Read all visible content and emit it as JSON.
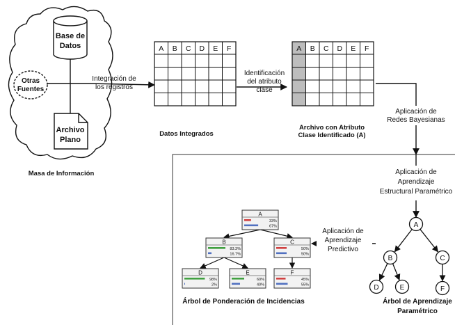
{
  "source": {
    "database_label": [
      "Base de",
      "Datos"
    ],
    "other_sources_label": [
      "Otras",
      "Fuentes"
    ],
    "flat_file_label": [
      "Archivo",
      "Plano"
    ],
    "caption": "Masa de Información"
  },
  "integration_label": [
    "Integración de",
    "los registros"
  ],
  "table_columns": [
    "A",
    "B",
    "C",
    "D",
    "E",
    "F"
  ],
  "integrated_table_caption": "Datos Integrados",
  "identification_label": [
    "Identificación",
    "del atributo",
    "clase"
  ],
  "class_table_caption": [
    "Archivo con Atributo",
    "Clase Identificado (A)"
  ],
  "bayes_label": [
    "Aplicación de",
    "Redes Bayesianas"
  ],
  "structural_label": [
    "Aplicación de",
    "Aprendizaje",
    "Estructural Paramétrico"
  ],
  "predictive_label": [
    "Aplicación de",
    "Aprendizaje",
    "Predictivo"
  ],
  "param_tree": {
    "nodes": [
      "A",
      "B",
      "C",
      "D",
      "E",
      "F"
    ],
    "caption": [
      "Árbol de Aprendizaje",
      "Paramétrico"
    ]
  },
  "weight_tree": {
    "caption": "Árbol de Ponderación de Incidencias",
    "boxes": [
      {
        "title": "A",
        "values": [
          "33%",
          "67%"
        ],
        "colors": [
          "#d04040",
          "#5070c0"
        ]
      },
      {
        "title": "B",
        "values": [
          "83.3%",
          "16.7%"
        ],
        "colors": [
          "#40a040",
          "#5070c0"
        ]
      },
      {
        "title": "C",
        "values": [
          "50%",
          "50%"
        ],
        "colors": [
          "#d04040",
          "#5070c0"
        ]
      },
      {
        "title": "D",
        "values": [
          "98%",
          "2%"
        ],
        "colors": [
          "#40a040",
          "#5070c0"
        ]
      },
      {
        "title": "E",
        "values": [
          "60%",
          "40%"
        ],
        "colors": [
          "#40a040",
          "#5070c0"
        ]
      },
      {
        "title": "F",
        "values": [
          "45%",
          "55%"
        ],
        "colors": [
          "#d04040",
          "#5070c0"
        ]
      }
    ]
  }
}
